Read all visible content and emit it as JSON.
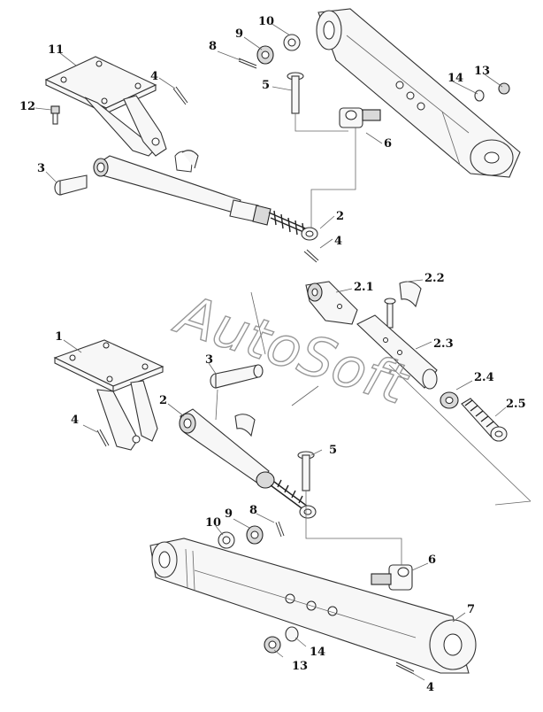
{
  "watermark": "AutoSoft",
  "upper_assembly": {
    "callouts": [
      {
        "id": "c-u-11",
        "text": "11"
      },
      {
        "id": "c-u-12",
        "text": "12"
      },
      {
        "id": "c-u-4a",
        "text": "4"
      },
      {
        "id": "c-u-8",
        "text": "8"
      },
      {
        "id": "c-u-9",
        "text": "9"
      },
      {
        "id": "c-u-10",
        "text": "10"
      },
      {
        "id": "c-u-5",
        "text": "5"
      },
      {
        "id": "c-u-14",
        "text": "14"
      },
      {
        "id": "c-u-13",
        "text": "13"
      },
      {
        "id": "c-u-6",
        "text": "6"
      },
      {
        "id": "c-u-3",
        "text": "3"
      },
      {
        "id": "c-u-2",
        "text": "2"
      },
      {
        "id": "c-u-4b",
        "text": "4"
      }
    ]
  },
  "middle_assembly": {
    "callouts": [
      {
        "id": "c-m-2-1",
        "text": "2.1"
      },
      {
        "id": "c-m-2-2",
        "text": "2.2"
      },
      {
        "id": "c-m-2-3",
        "text": "2.3"
      },
      {
        "id": "c-m-2-4",
        "text": "2.4"
      },
      {
        "id": "c-m-2-5",
        "text": "2.5"
      }
    ]
  },
  "lower_assembly": {
    "callouts": [
      {
        "id": "c-l-1",
        "text": "1"
      },
      {
        "id": "c-l-3",
        "text": "3"
      },
      {
        "id": "c-l-2",
        "text": "2"
      },
      {
        "id": "c-l-4a",
        "text": "4"
      },
      {
        "id": "c-l-5",
        "text": "5"
      },
      {
        "id": "c-l-10",
        "text": "10"
      },
      {
        "id": "c-l-9",
        "text": "9"
      },
      {
        "id": "c-l-8",
        "text": "8"
      },
      {
        "id": "c-l-6",
        "text": "6"
      },
      {
        "id": "c-l-7",
        "text": "7"
      },
      {
        "id": "c-l-14",
        "text": "14"
      },
      {
        "id": "c-l-13",
        "text": "13"
      },
      {
        "id": "c-l-4b",
        "text": "4"
      }
    ]
  }
}
